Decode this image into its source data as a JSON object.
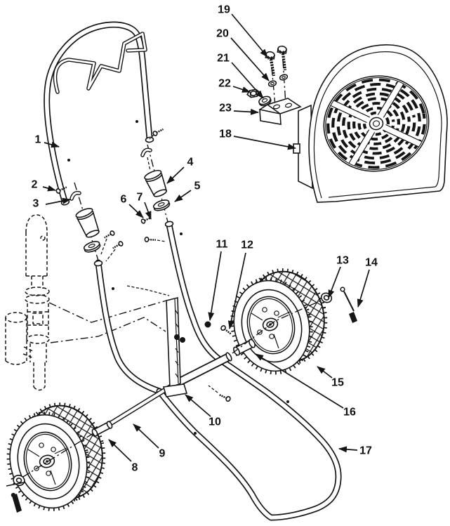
{
  "figure": {
    "kind": "exploded-parts-diagram",
    "background": "#ffffff",
    "ink": "#151515"
  },
  "callouts": [
    {
      "label": "1"
    },
    {
      "label": "2"
    },
    {
      "label": "3"
    },
    {
      "label": "4"
    },
    {
      "label": "5"
    },
    {
      "label": "6"
    },
    {
      "label": "7"
    },
    {
      "label": "8"
    },
    {
      "label": "9"
    },
    {
      "label": "10"
    },
    {
      "label": "11"
    },
    {
      "label": "12"
    },
    {
      "label": "13"
    },
    {
      "label": "14"
    },
    {
      "label": "15"
    },
    {
      "label": "16"
    },
    {
      "label": "17"
    },
    {
      "label": "18"
    },
    {
      "label": "19"
    },
    {
      "label": "20"
    },
    {
      "label": "21"
    },
    {
      "label": "22"
    },
    {
      "label": "23"
    }
  ]
}
